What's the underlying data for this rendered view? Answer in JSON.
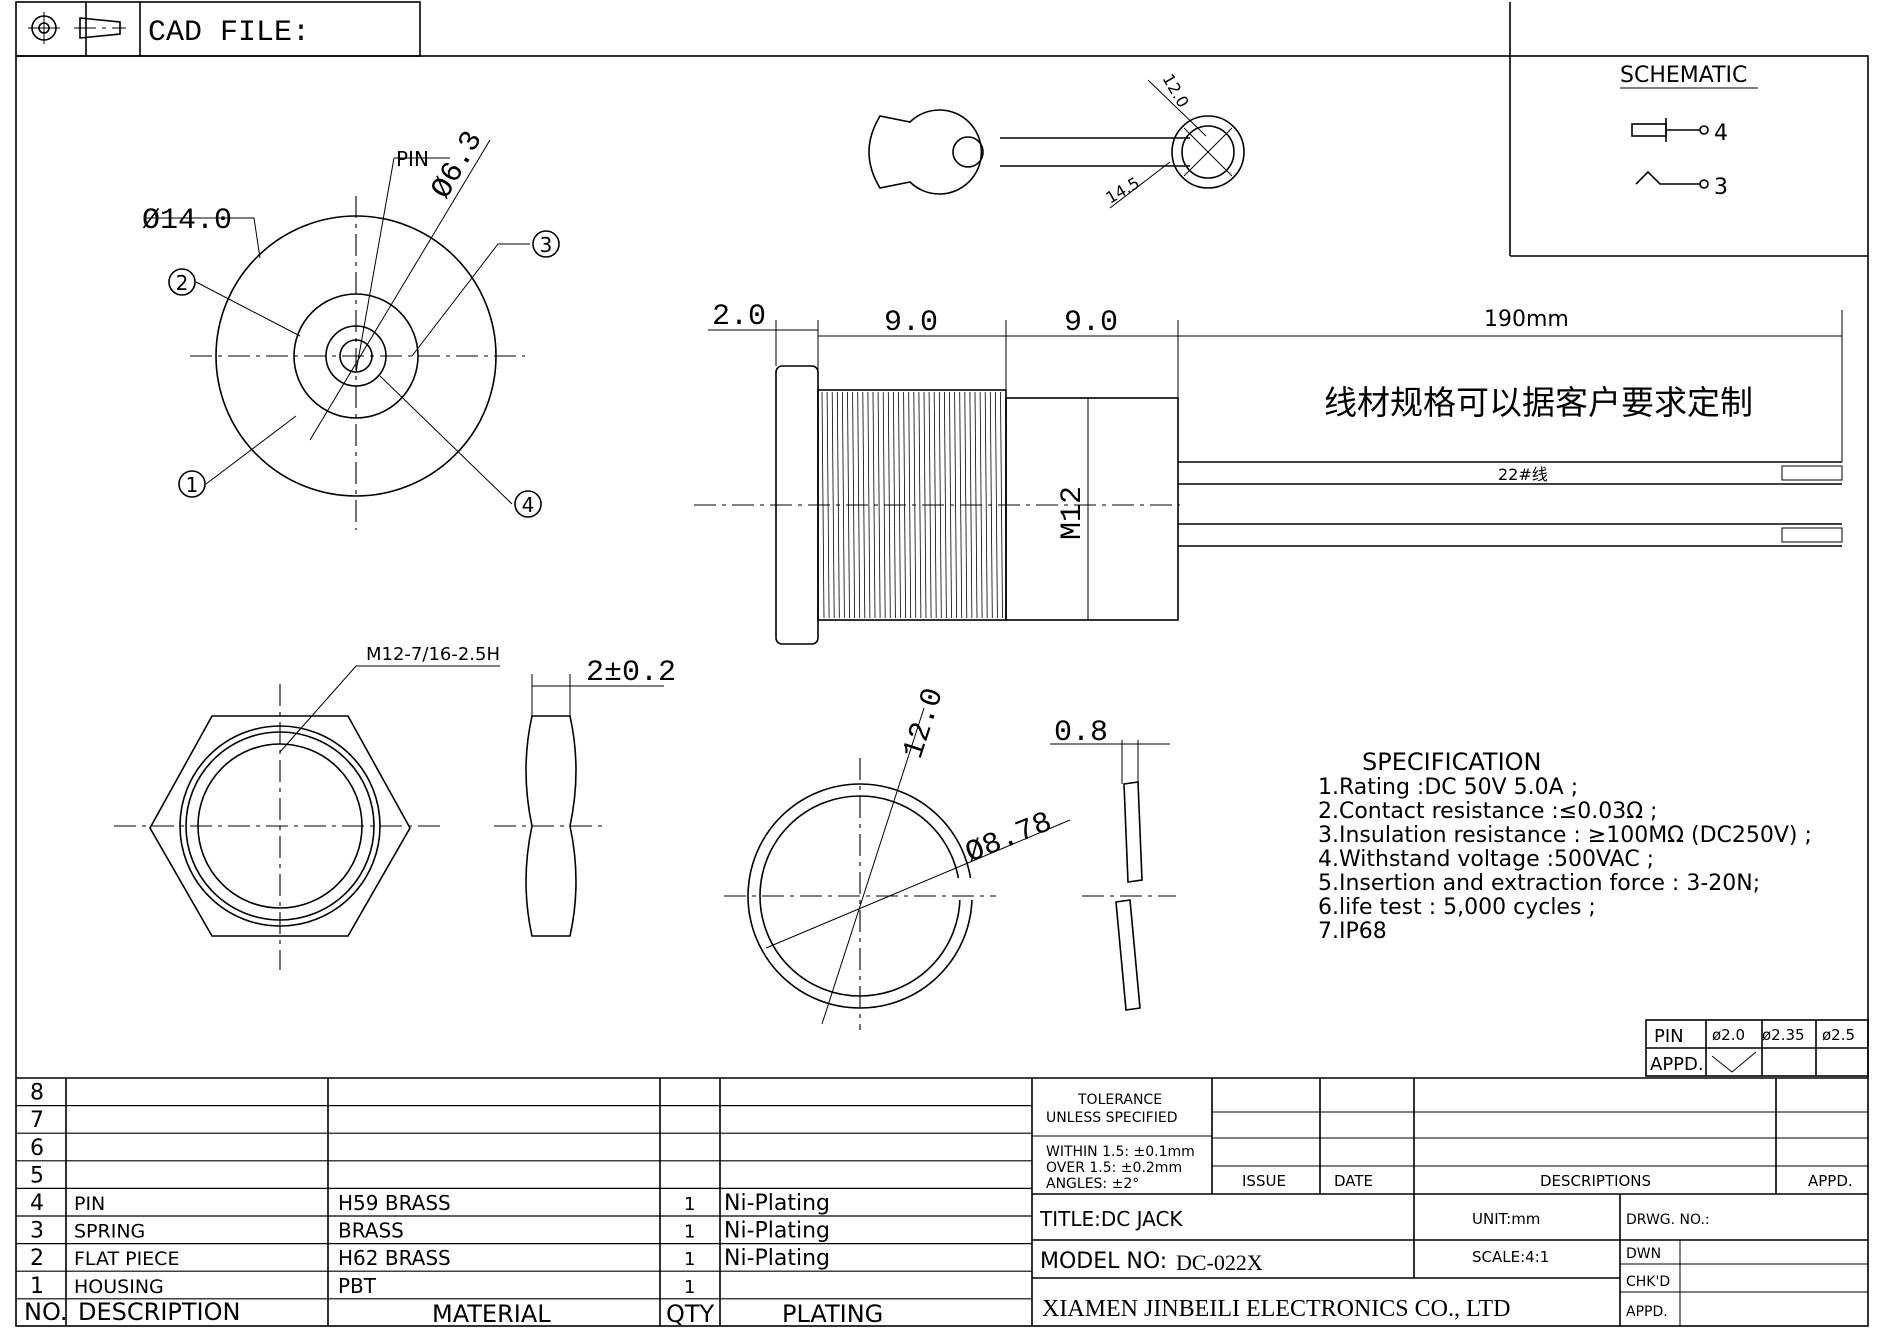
{
  "header": {
    "cad_file_label": "CAD FILE:"
  },
  "schematic": {
    "title": "SCHEMATIC",
    "terminal_4": "4",
    "terminal_3": "3"
  },
  "front_view": {
    "dia_outer": "Ø14.0",
    "dia_center": "Ø6.3",
    "pin_label": "PIN",
    "callout_1": "1",
    "callout_2": "2",
    "callout_3": "3",
    "callout_4": "4"
  },
  "top_view": {
    "dim_a": "12.0",
    "dim_b": "14.5"
  },
  "side_view": {
    "dim_flange": "2.0",
    "dim_thread": "9.0",
    "dim_body": "9.0",
    "dim_wire": "190mm",
    "thread_label": "M12",
    "wire_note": "线材规格可以据客户要求定制",
    "wire_gauge": "22#线"
  },
  "nut_view": {
    "thread_spec": "M12-7/16-2.5H",
    "thickness": "2±0.2"
  },
  "washer_view": {
    "outer_dim": "12.0",
    "inner_dim": "Ø8.78",
    "thickness": "0.8"
  },
  "specification": {
    "title": "SPECIFICATION",
    "items": [
      "1.Rating  :DC 50V 5.0A ;",
      "2.Contact resistance :≤0.03Ω ;",
      "3.Insulation resistance : ≥100MΩ (DC250V) ;",
      "4.Withstand voltage :500VAC  ;",
      "5.Insertion and extraction force : 3-20N;",
      "6.life test : 5,000 cycles ;",
      "7.IP68"
    ]
  },
  "pin_table": {
    "pin": "PIN",
    "d1": "ø2.0",
    "d2": "ø2.35",
    "d3": "ø2.5",
    "appd": "APPD."
  },
  "bom": {
    "rows": [
      {
        "no": "8",
        "desc": "",
        "material": "",
        "qty": "",
        "plating": ""
      },
      {
        "no": "7",
        "desc": "",
        "material": "",
        "qty": "",
        "plating": ""
      },
      {
        "no": "6",
        "desc": "",
        "material": "",
        "qty": "",
        "plating": ""
      },
      {
        "no": "5",
        "desc": "",
        "material": "",
        "qty": "",
        "plating": ""
      },
      {
        "no": "4",
        "desc": "PIN",
        "material": "H59 BRASS",
        "qty": "1",
        "plating": "Ni-Plating"
      },
      {
        "no": "3",
        "desc": "SPRING",
        "material": "BRASS",
        "qty": "1",
        "plating": "Ni-Plating"
      },
      {
        "no": "2",
        "desc": "FLAT PIECE",
        "material": "H62 BRASS",
        "qty": "1",
        "plating": "Ni-Plating"
      },
      {
        "no": "1",
        "desc": "HOUSING",
        "material": "PBT",
        "qty": "1",
        "plating": ""
      }
    ],
    "headers": {
      "no": "NO.",
      "desc": "DESCRIPTION",
      "material": "MATERIAL",
      "qty": "QTY",
      "plating": "PLATING"
    }
  },
  "title_block": {
    "tolerance_title_1": "TOLERANCE",
    "tolerance_title_2": "UNLESS SPECIFIED",
    "tol_1": "WITHIN 1.5: ±0.1mm",
    "tol_2": "OVER 1.5:  ±0.2mm",
    "tol_3": "ANGLES: ±2°",
    "issue": "ISSUE",
    "date": "DATE",
    "descriptions": "DESCRIPTIONS",
    "appd": "APPD.",
    "title": "TITLE:DC JACK",
    "unit": "UNIT:mm",
    "drwg_no": "DRWG. NO.:",
    "model_label": "MODEL NO:",
    "model_value": "DC-022X",
    "scale": "SCALE:4:1",
    "dwn": "DWN",
    "chkd": "CHK'D",
    "appd2": "APPD.",
    "company": "XIAMEN JINBEILI ELECTRONICS CO., LTD"
  }
}
